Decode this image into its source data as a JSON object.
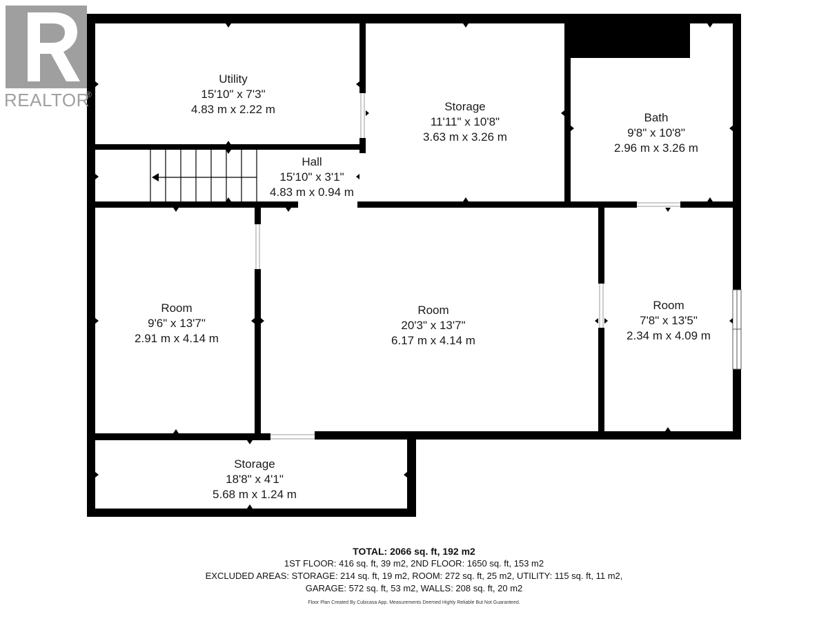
{
  "brand": {
    "watermark_text": "REALTOR",
    "watermark_symbol": "®"
  },
  "rooms": [
    {
      "name": "Utility",
      "imperial": "15'10\" x 7'3\"",
      "metric": "4.83 m x 2.22 m"
    },
    {
      "name": "Storage",
      "imperial": "11'11\" x 10'8\"",
      "metric": "3.63 m x 3.26 m"
    },
    {
      "name": "Bath",
      "imperial": "9'8\" x 10'8\"",
      "metric": "2.96 m x 3.26 m"
    },
    {
      "name": "Hall",
      "imperial": "15'10\" x 3'1\"",
      "metric": "4.83 m x 0.94 m"
    },
    {
      "name": "Room",
      "imperial": "9'6\" x 13'7\"",
      "metric": "2.91 m x 4.14 m"
    },
    {
      "name": "Room",
      "imperial": "20'3\" x 13'7\"",
      "metric": "6.17 m x 4.14 m"
    },
    {
      "name": "Room",
      "imperial": "7'8\" x 13'5\"",
      "metric": "2.34 m x 4.09 m"
    },
    {
      "name": "Storage",
      "imperial": "18'8\" x 4'1\"",
      "metric": "5.68 m x 1.24 m"
    }
  ],
  "totals": {
    "total": "TOTAL: 2066 sq. ft, 192 m2",
    "floors": "1ST FLOOR: 416 sq. ft, 39 m2, 2ND FLOOR: 1650 sq. ft, 153 m2",
    "excluded": "EXCLUDED AREAS: STORAGE: 214 sq. ft, 19 m2, ROOM: 272 sq. ft, 25 m2, UTILITY: 115 sq. ft, 11 m2,",
    "garage": "GARAGE: 572 sq. ft, 53 m2, WALLS: 208 sq. ft, 20 m2"
  },
  "credit": "Floor Plan Created By Cubicasa App. Measurements Deemed Highly Reliable But Not Guaranteed.",
  "colors": {
    "wall": "#000000",
    "background": "#ffffff",
    "watermark": "#a0a0a0"
  }
}
